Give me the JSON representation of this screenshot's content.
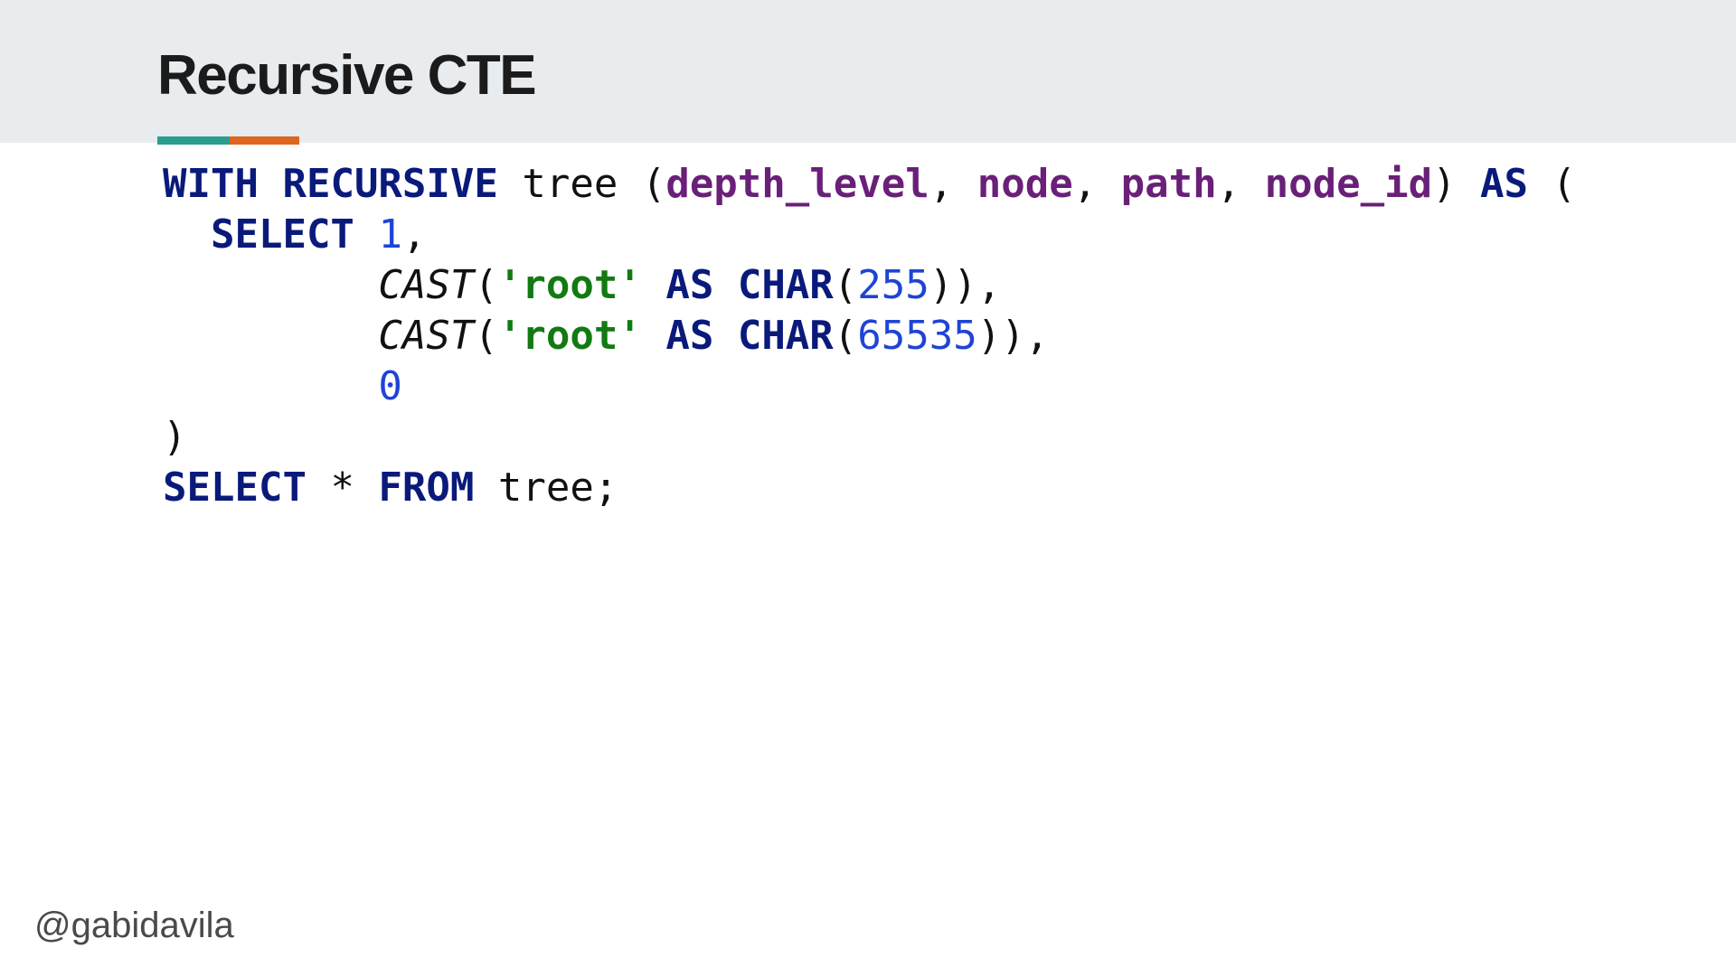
{
  "slide": {
    "title": "Recursive CTE",
    "handle": "@gabidavila"
  },
  "colors": {
    "header_background": "#e9ecee",
    "accent_teal": "#2a9d8f",
    "accent_orange": "#e0651f",
    "keyword": "#0a1a7a",
    "column": "#6a1f78",
    "string": "#127a12",
    "number": "#1e44d6",
    "text": "#111111"
  },
  "code": {
    "line1": {
      "with": "WITH",
      "recursive": "RECURSIVE",
      "tree": " tree (",
      "depth_level": "depth_level",
      "sep1": ", ",
      "node": "node",
      "sep2": ", ",
      "path": "path",
      "sep3": ", ",
      "node_id": "node_id",
      "close": ") ",
      "as": "AS",
      "open": " ("
    },
    "line2": {
      "indent": "  ",
      "select": "SELECT",
      "space": " ",
      "one": "1",
      "comma": ","
    },
    "line3": {
      "indent": "         ",
      "cast": "CAST",
      "open": "(",
      "root": "'root'",
      "space1": " ",
      "as": "AS",
      "space2": " ",
      "char": "CHAR",
      "open2": "(",
      "num": "255",
      "close": ")),"
    },
    "line4": {
      "indent": "         ",
      "cast": "CAST",
      "open": "(",
      "root": "'root'",
      "space1": " ",
      "as": "AS",
      "space2": " ",
      "char": "CHAR",
      "open2": "(",
      "num": "65535",
      "close": ")),"
    },
    "line5": {
      "indent": "         ",
      "zero": "0"
    },
    "line6": {
      "paren": ")"
    },
    "line7": {
      "select": "SELECT",
      "star": " * ",
      "from": "FROM",
      "rest": " tree;"
    }
  }
}
